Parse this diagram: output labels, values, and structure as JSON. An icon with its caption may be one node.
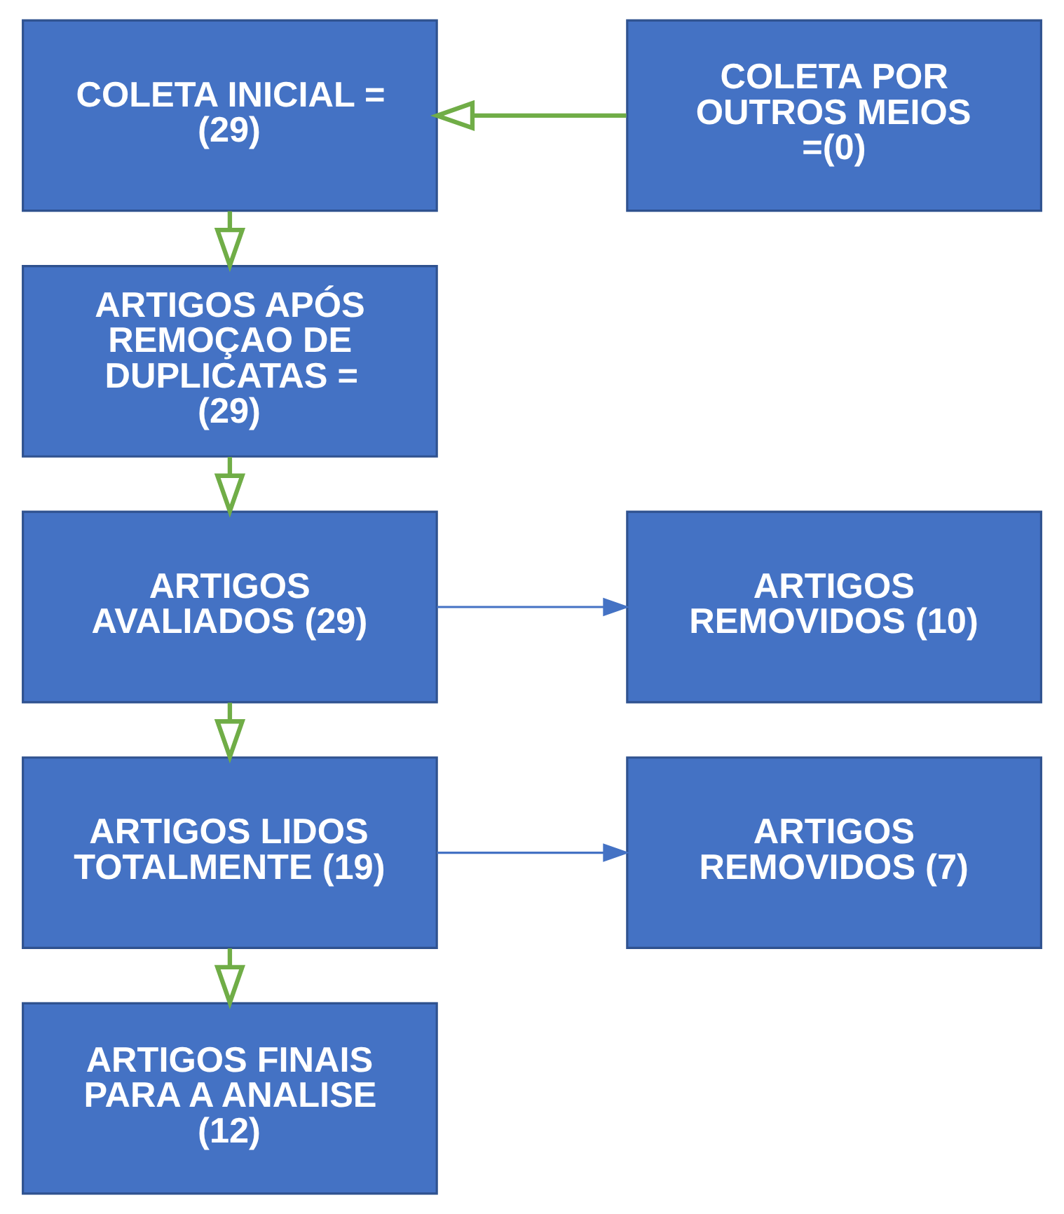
{
  "diagram": {
    "nodes": [
      {
        "text": [
          "COLETA INICIAL = (29)"
        ]
      },
      {
        "text": [
          "COLETA POR OUTROS MEIOS =(0)"
        ]
      },
      {
        "text": [
          "ARTIGOS APÓS REMOÇAO DE DUPLICATAS = (29)"
        ]
      },
      {
        "text": [
          "ARTIGOS AVALIADOS (29)"
        ]
      },
      {
        "text": [
          "ARTIGOS REMOVIDOS (10)"
        ]
      },
      {
        "text": [
          "ARTIGOS LIDOS TOTALMENTE (19)"
        ]
      },
      {
        "text": [
          "ARTIGOS REMOVIDOS (7)"
        ]
      },
      {
        "text": [
          "ARTIGOS FINAIS PARA A ANALISE (12)"
        ]
      }
    ],
    "edges": [
      {
        "from": 1,
        "to": 0,
        "arrow": "to"
      },
      {
        "from": 0,
        "to": 2,
        "arrow": "to"
      },
      {
        "from": 2,
        "to": 3,
        "arrow": "to"
      },
      {
        "from": 3,
        "to": 4,
        "arrow": "to",
        "color": "#4472c4"
      },
      {
        "from": 3,
        "to": 5,
        "arrow": "to"
      },
      {
        "from": 5,
        "to": 6,
        "arrow": "to",
        "color": "#4472c4"
      },
      {
        "from": 5,
        "to": 7,
        "arrow": "to"
      }
    ]
  }
}
